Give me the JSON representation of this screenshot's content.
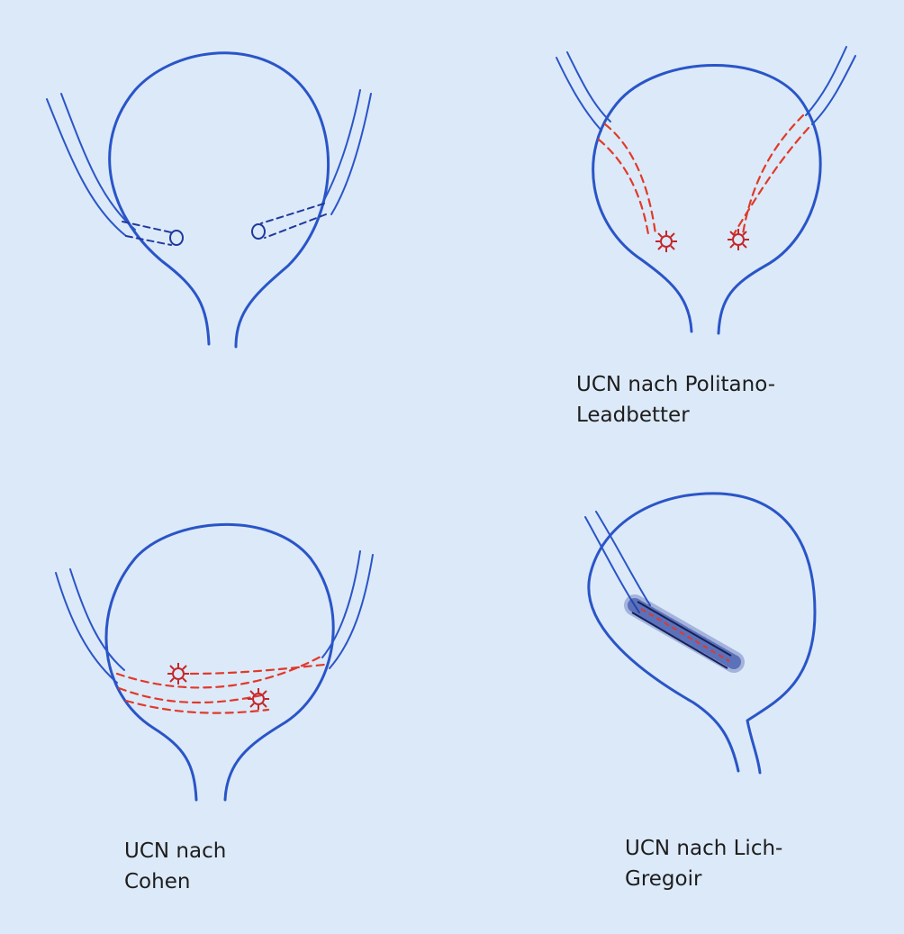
{
  "panels": [
    {
      "id": "normal",
      "caption_lines": []
    },
    {
      "id": "politano",
      "caption_lines": [
        "UCN nach Politano-",
        "Leadbetter"
      ]
    },
    {
      "id": "cohen",
      "caption_lines": [
        "UCN nach",
        "Cohen"
      ]
    },
    {
      "id": "lich",
      "caption_lines": [
        "UCN nach Lich-",
        "Gregoir"
      ]
    }
  ],
  "colors": {
    "background": "#dce9f8",
    "bladder": "#2a55c8",
    "tunnel": "#e03a2a",
    "ostium": "#c4262a",
    "caption": "#1d1d1d"
  }
}
